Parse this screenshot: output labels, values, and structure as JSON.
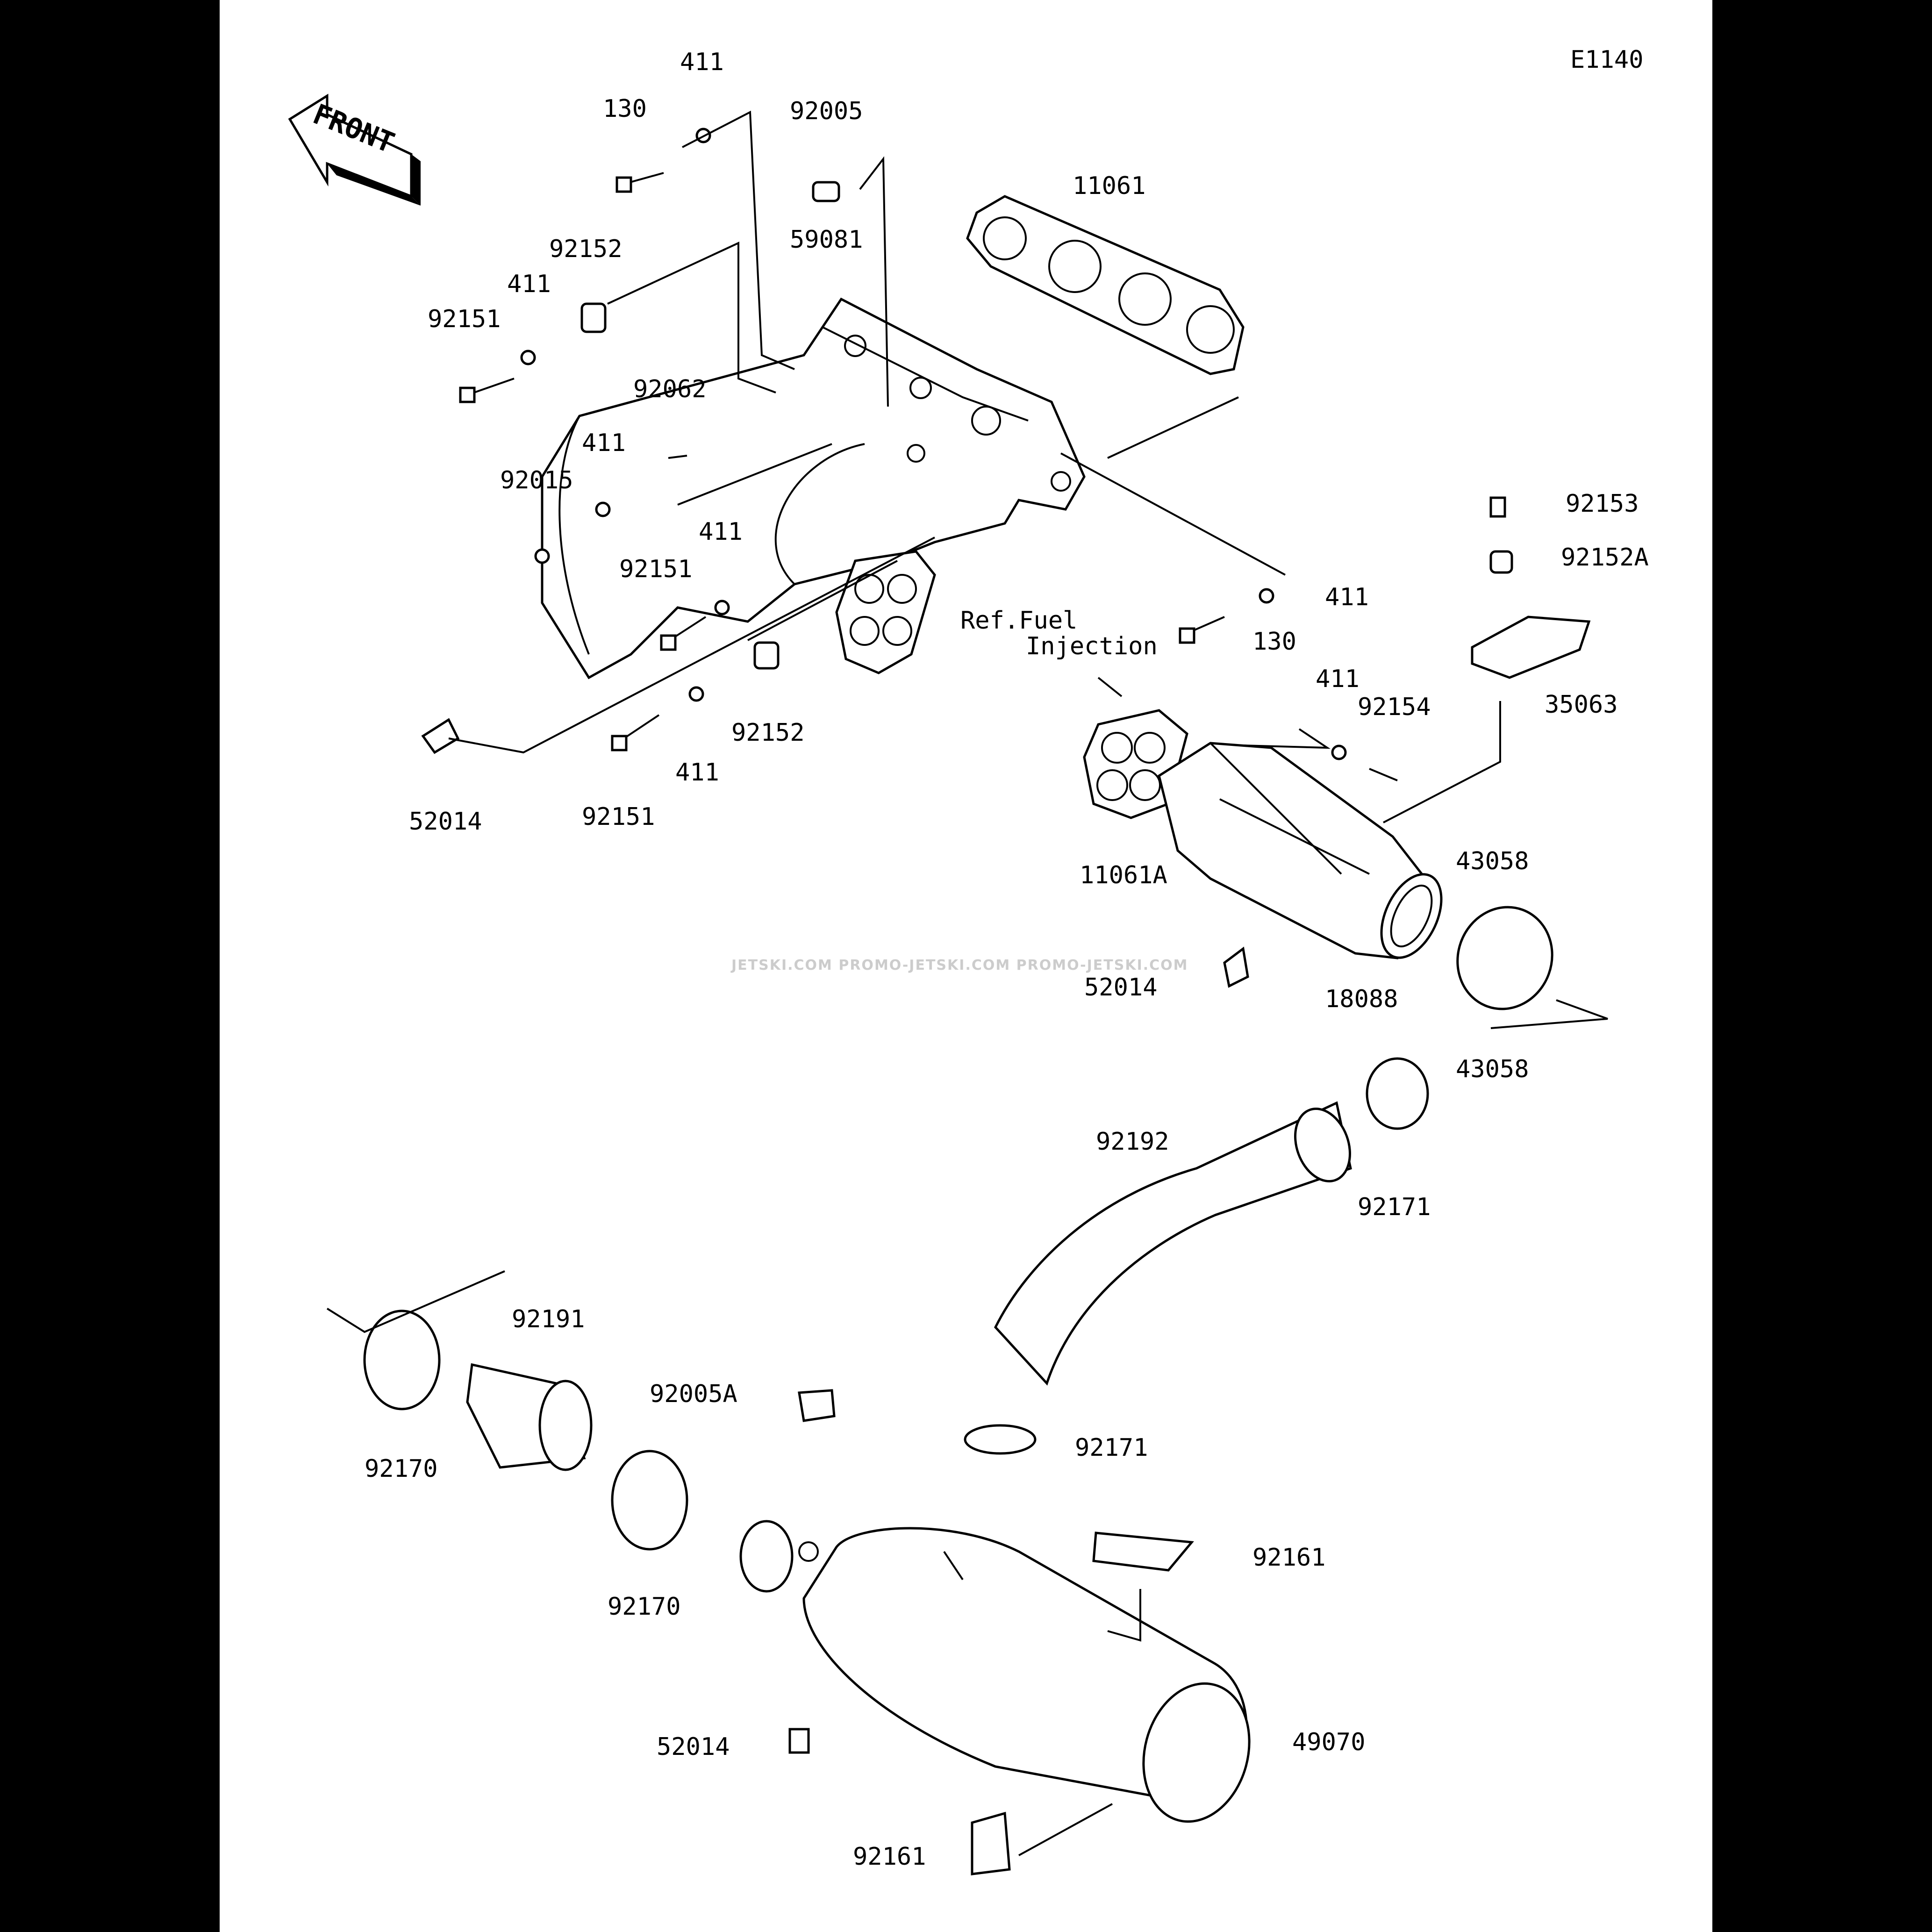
{
  "diagram": {
    "code": "E1140",
    "front_label": "FRONT",
    "ref_note_line1": "Ref.Fuel",
    "ref_note_line2": "Injection",
    "watermark": "JETSKI.COM  PROMO-JETSKI.COM  PROMO-JETSKI.COM",
    "labels": [
      "411",
      "130",
      "92005",
      "11061",
      "59081",
      "92152",
      "411",
      "92151",
      "92062",
      "411",
      "92015",
      "411",
      "92151",
      "92153",
      "92152A",
      "411",
      "130",
      "35063",
      "411",
      "92154",
      "92152",
      "411",
      "52014",
      "92151",
      "11061A",
      "43058",
      "52014",
      "18088",
      "43058",
      "92192",
      "92171",
      "92191",
      "92170",
      "92005A",
      "92171",
      "92170",
      "92161",
      "52014",
      "49070",
      "92161"
    ]
  }
}
